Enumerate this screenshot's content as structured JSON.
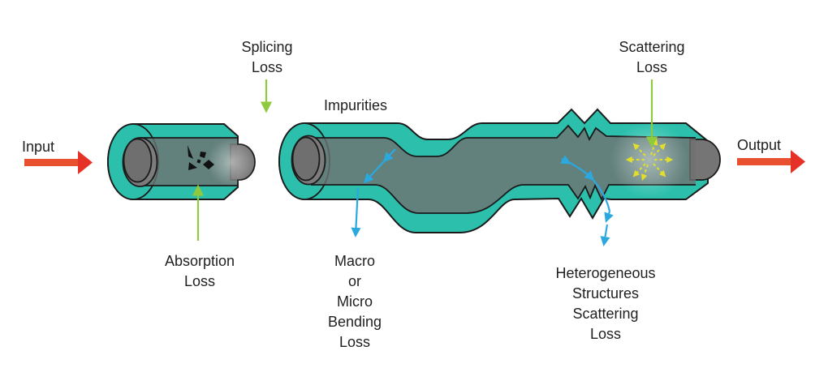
{
  "diagram": {
    "kind": "optical-fiber-attenuation-losses",
    "labels": {
      "input": "Input",
      "output": "Output",
      "impurities": "Impurities",
      "splicing_loss": [
        "Splicing",
        "Loss"
      ],
      "scattering_loss": [
        "Scattering",
        "Loss"
      ],
      "absorption_loss": [
        "Absorption",
        "Loss"
      ],
      "bending_loss": [
        "Macro",
        "or",
        "Micro",
        "Bending",
        "Loss"
      ],
      "heterogeneous_loss": [
        "Heterogeneous",
        "Structures",
        "Scattering",
        "Loss"
      ]
    },
    "icons": {
      "input_arrow": "red-right-arrow",
      "output_arrow": "red-right-arrow",
      "splicing_pointer": "green-down-arrow",
      "absorption_pointer": "green-up-arrow",
      "scattering_pointer": "green-down-arrow",
      "bending_ray": "blue-refracted-ray-arrow",
      "heterogeneous_ray": "blue-scattered-ray-arrow",
      "scatter_star": "yellow-dashed-radiating-star",
      "absorption_particles": "black-impurity-specks"
    }
  },
  "colors": {
    "cladding": "#2bbfac",
    "core_overlay": "rgba(112,112,112,0.8)",
    "core_ring": "#7c7c7c",
    "core_face": "#6f6f6f",
    "end_cap": "#757575",
    "outline": "#1a1a1a",
    "speck": "#111111",
    "arrow_red_shaft": "#e8502f",
    "arrow_red_head": "#e63226",
    "arrow_green": "#8fc93e",
    "arrow_blue": "#2ba9df",
    "scatter_yellow": "#e2de2a",
    "text": "#1f1f1f",
    "background": "#ffffff"
  }
}
